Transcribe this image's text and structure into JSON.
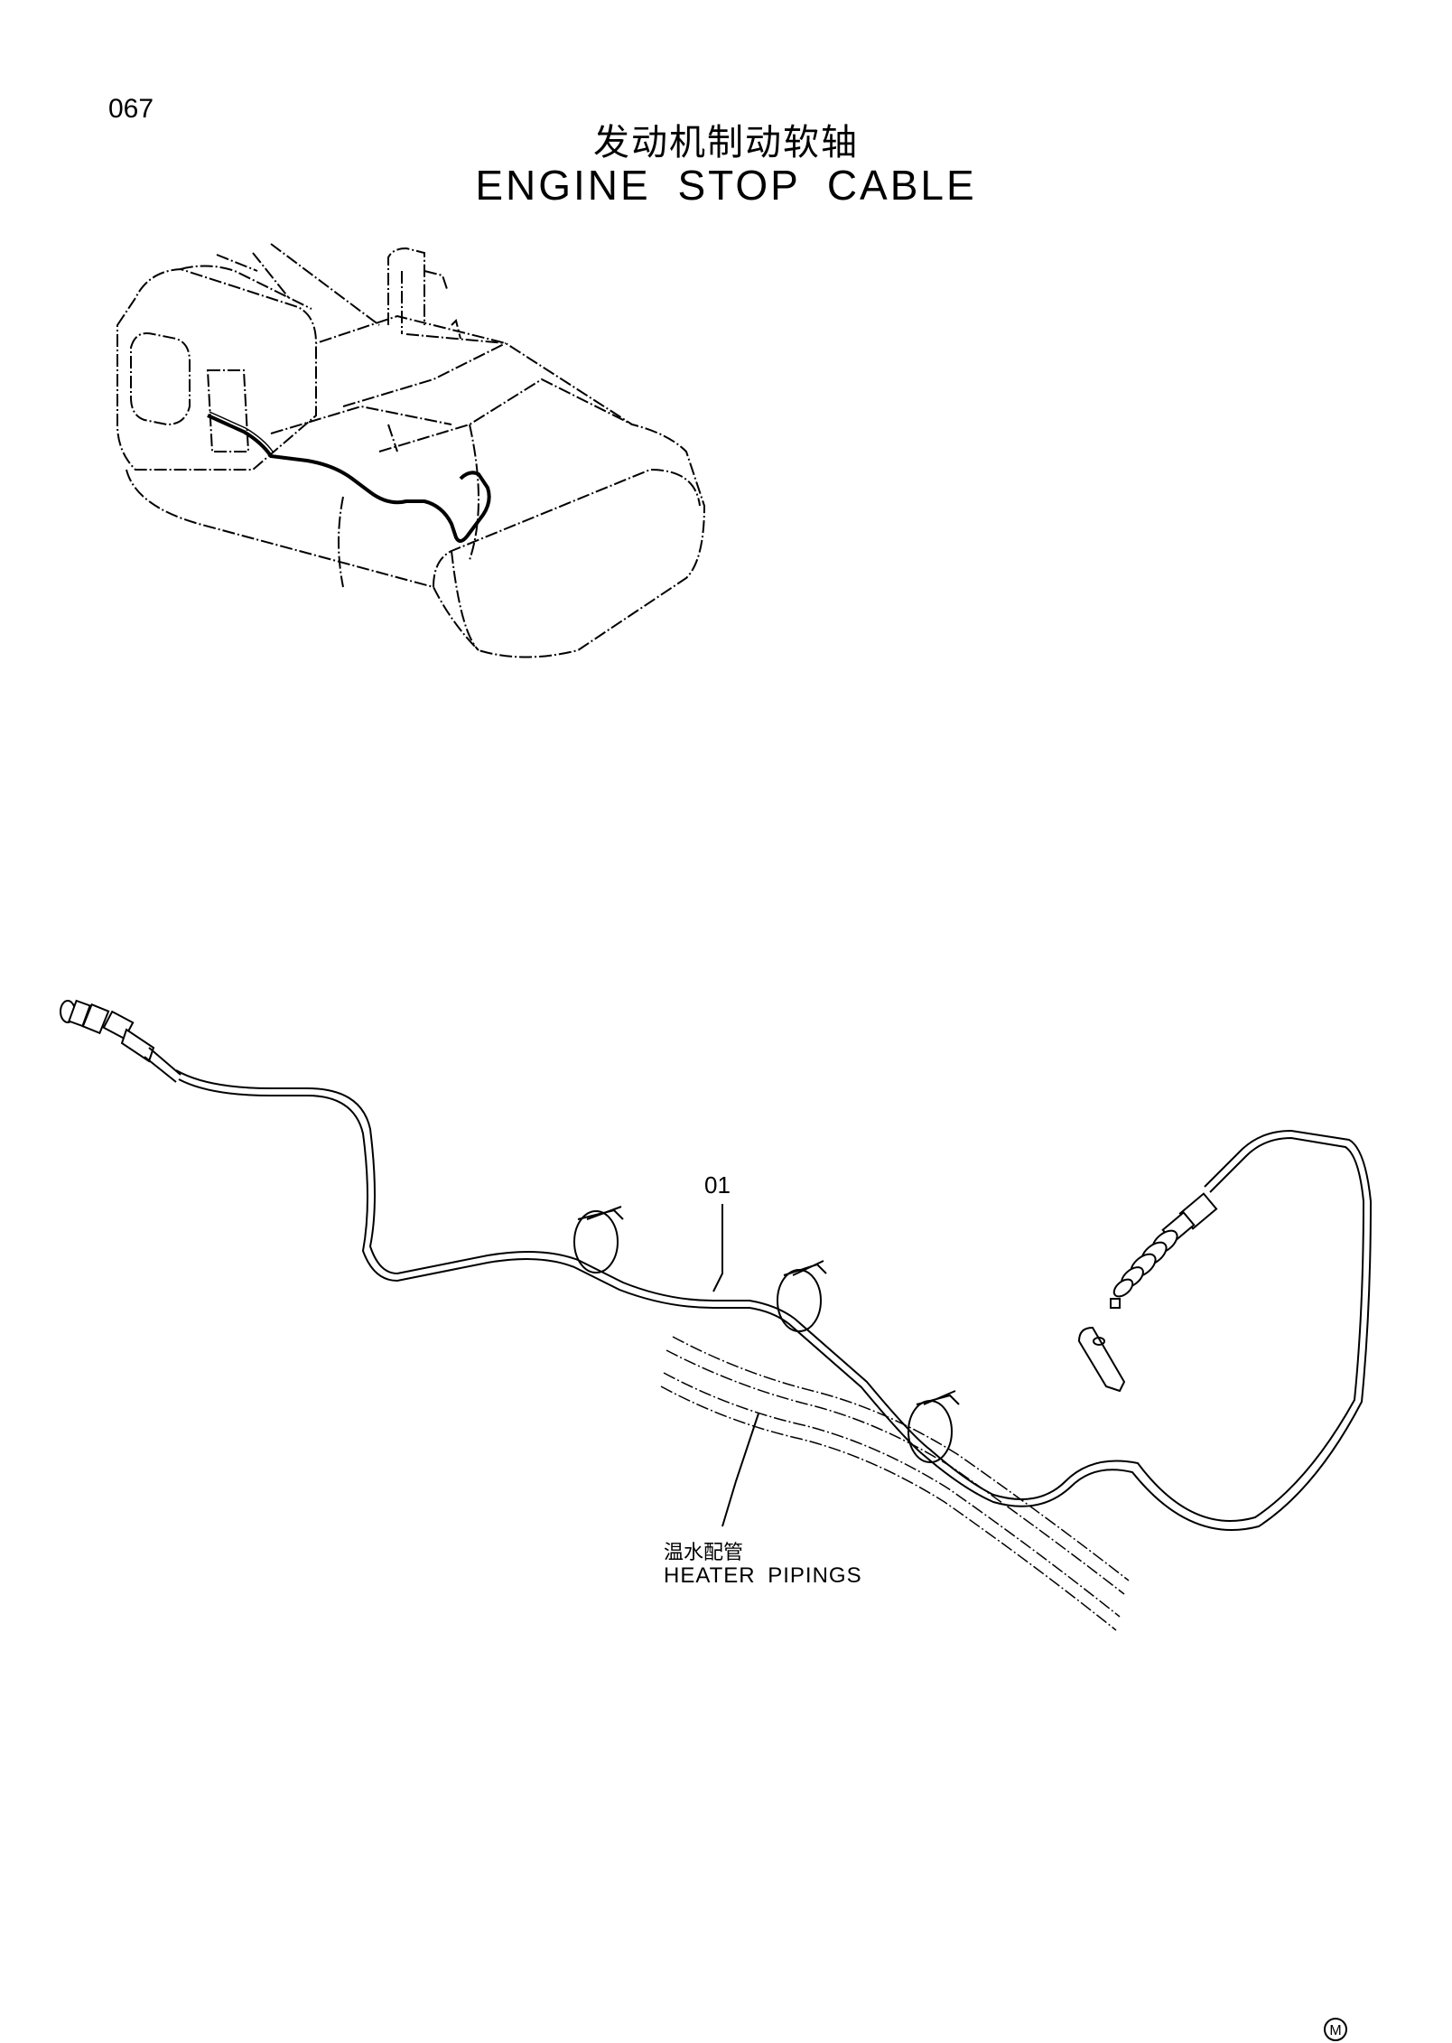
{
  "header": {
    "page_number": "067",
    "title_cn": "发动机制动软轴",
    "title_en": "ENGINE STOP CABLE"
  },
  "callouts": {
    "part_number": "01",
    "heater_cn": "温水配管",
    "heater_en": "HEATER PIPINGS"
  },
  "footer": {
    "mark": "M"
  }
}
